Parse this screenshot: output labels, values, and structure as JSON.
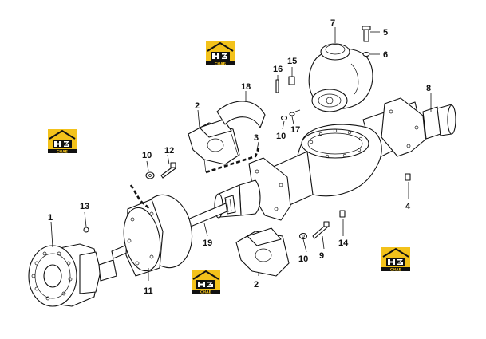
{
  "watermark": {
    "mark_text": "HЗ",
    "word_text": "СНАБ",
    "colors": {
      "yellow": "#F3C21B",
      "black": "#111111",
      "white": "#ffffff"
    }
  },
  "callouts": {
    "c1": "1",
    "c2a": "2",
    "c2b": "2",
    "c3": "3",
    "c4": "4",
    "c5": "5",
    "c6": "6",
    "c7": "7",
    "c8": "8",
    "c9": "9",
    "c10a": "10",
    "c10b": "10",
    "c10c": "10",
    "c11": "11",
    "c12": "12",
    "c13": "13",
    "c14": "14",
    "c15": "15",
    "c16": "16",
    "c17": "17",
    "c18": "18",
    "c19": "19"
  }
}
